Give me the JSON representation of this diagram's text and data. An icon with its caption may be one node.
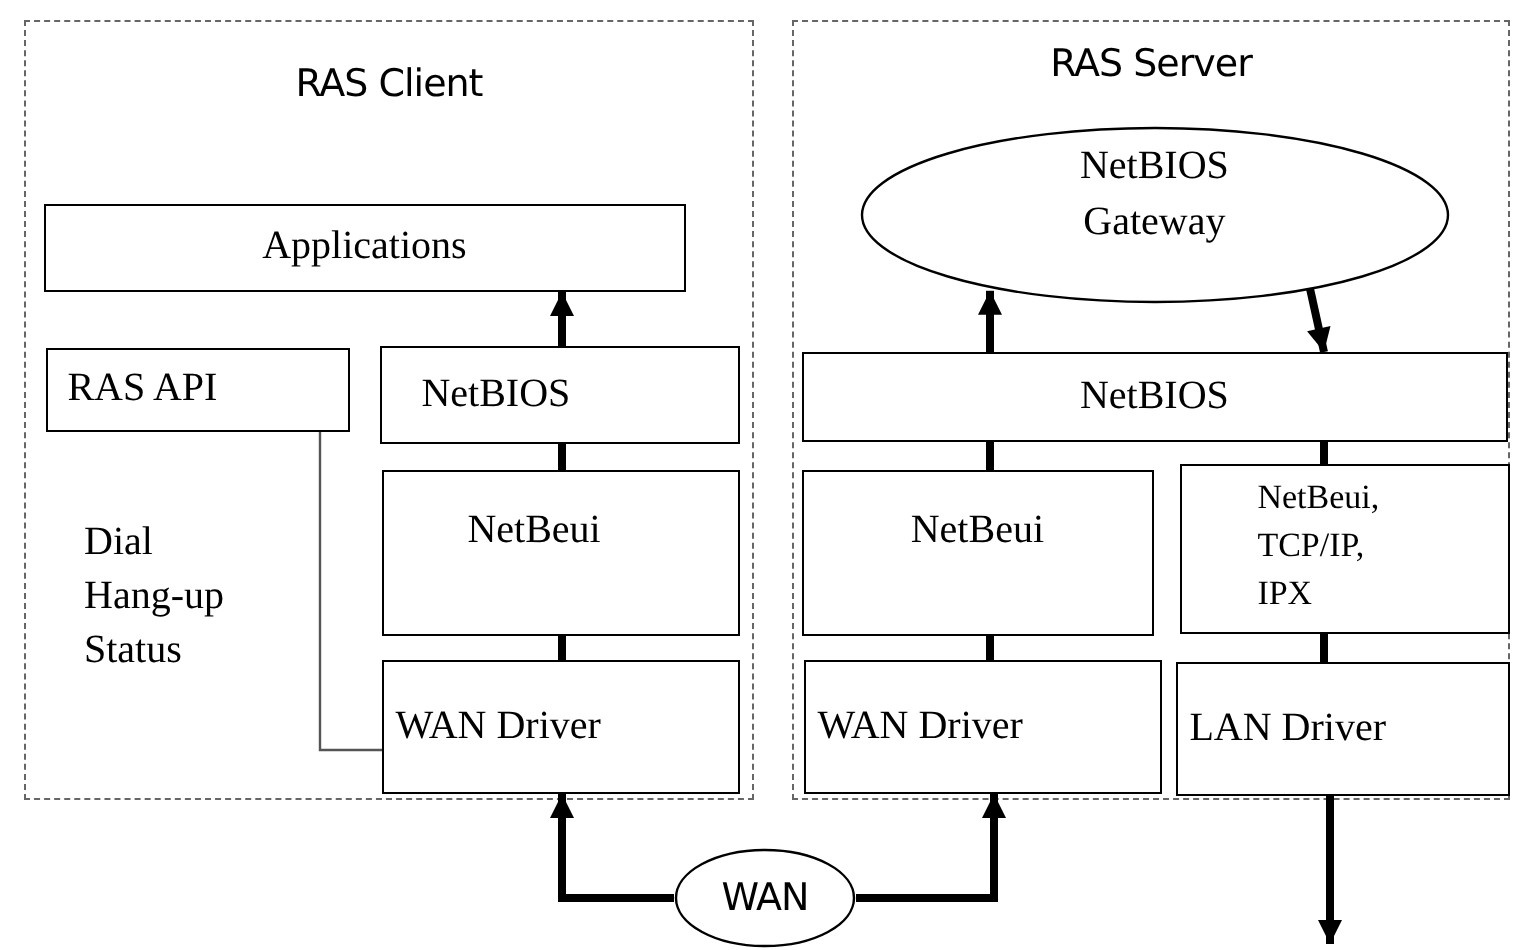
{
  "diagram": {
    "nodes": [
      {
        "text": [
          "RAS Client"
        ]
      },
      {
        "text": [
          "Applications"
        ],
        "in": 0
      },
      {
        "text": [
          "RAS API"
        ],
        "in": 0
      },
      {
        "text": [
          "NetBIOS"
        ],
        "in": 0
      },
      {
        "text": [
          "NetBeui"
        ],
        "in": 0
      },
      {
        "text": [
          "WAN Driver"
        ],
        "in": 0
      },
      {
        "text": [
          "RAS Server"
        ]
      },
      {
        "text": [
          "NetBIOS Gateway"
        ],
        "in": 6
      },
      {
        "text": [
          "NetBIOS"
        ],
        "in": 6
      },
      {
        "text": [
          "NetBeui"
        ],
        "in": 6
      },
      {
        "text": [
          "NetBeui, TCP/IP, IPX"
        ],
        "in": 6
      },
      {
        "text": [
          "WAN Driver"
        ],
        "in": 6
      },
      {
        "text": [
          "LAN Driver"
        ],
        "in": 6
      },
      {
        "text": [
          "WAN"
        ]
      }
    ],
    "edges": [
      {
        "from": 3,
        "to": 1,
        "arrow": "to"
      },
      {
        "from": 4,
        "to": 3,
        "arrow": "none"
      },
      {
        "from": 5,
        "to": 4,
        "arrow": "none"
      },
      {
        "from": 2,
        "to": 5,
        "arrow": "none",
        "color": "#555555"
      },
      {
        "from": 13,
        "to": 5,
        "arrow": "to"
      },
      {
        "from": 13,
        "to": 11,
        "arrow": "to"
      },
      {
        "from": 12,
        "to": null,
        "arrow": "to"
      },
      {
        "from": 9,
        "to": 8,
        "arrow": "none"
      },
      {
        "from": 11,
        "to": 9,
        "arrow": "none"
      },
      {
        "from": 10,
        "to": 8,
        "arrow": "none"
      },
      {
        "from": 12,
        "to": 10,
        "arrow": "none"
      },
      {
        "from": 8,
        "to": 7,
        "arrow": "to"
      },
      {
        "from": 7,
        "to": 8,
        "arrow": "to"
      }
    ],
    "labels": [
      "Dial",
      "Hang-up",
      "Status"
    ]
  }
}
